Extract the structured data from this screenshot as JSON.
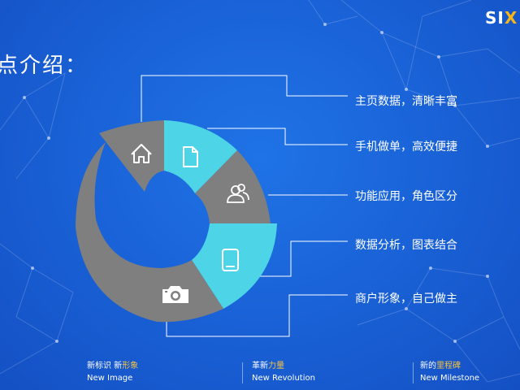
{
  "slide": {
    "title": "点介绍：",
    "logo_main": "SI",
    "logo_accent": "X"
  },
  "features": [
    {
      "label": "主页数据，清晰丰富",
      "icon": "home-icon",
      "color": "#7f7f7f"
    },
    {
      "label": "手机做单，高效便捷",
      "icon": "document-icon",
      "color": "#4dd4e6"
    },
    {
      "label": "功能应用，角色区分",
      "icon": "users-icon",
      "color": "#7f7f7f"
    },
    {
      "label": "数据分析，图表结合",
      "icon": "tablet-icon",
      "color": "#4dd4e6"
    },
    {
      "label": "商户形象，自己做主",
      "icon": "camera-icon",
      "color": "#7f7f7f"
    }
  ],
  "footer": [
    {
      "cn_prefix": "新标识  新",
      "cn_highlight": "形象",
      "en": "New Image"
    },
    {
      "cn_prefix": "革新",
      "cn_highlight": "力量",
      "en": "New Revolution"
    },
    {
      "cn_prefix": "新的",
      "cn_highlight": "里程碑",
      "en": "New Milestone"
    }
  ],
  "colors": {
    "background": "#1a63d8",
    "segment_gray": "#7f7f7f",
    "segment_cyan": "#4dd4e6",
    "highlight": "#f5c342"
  }
}
